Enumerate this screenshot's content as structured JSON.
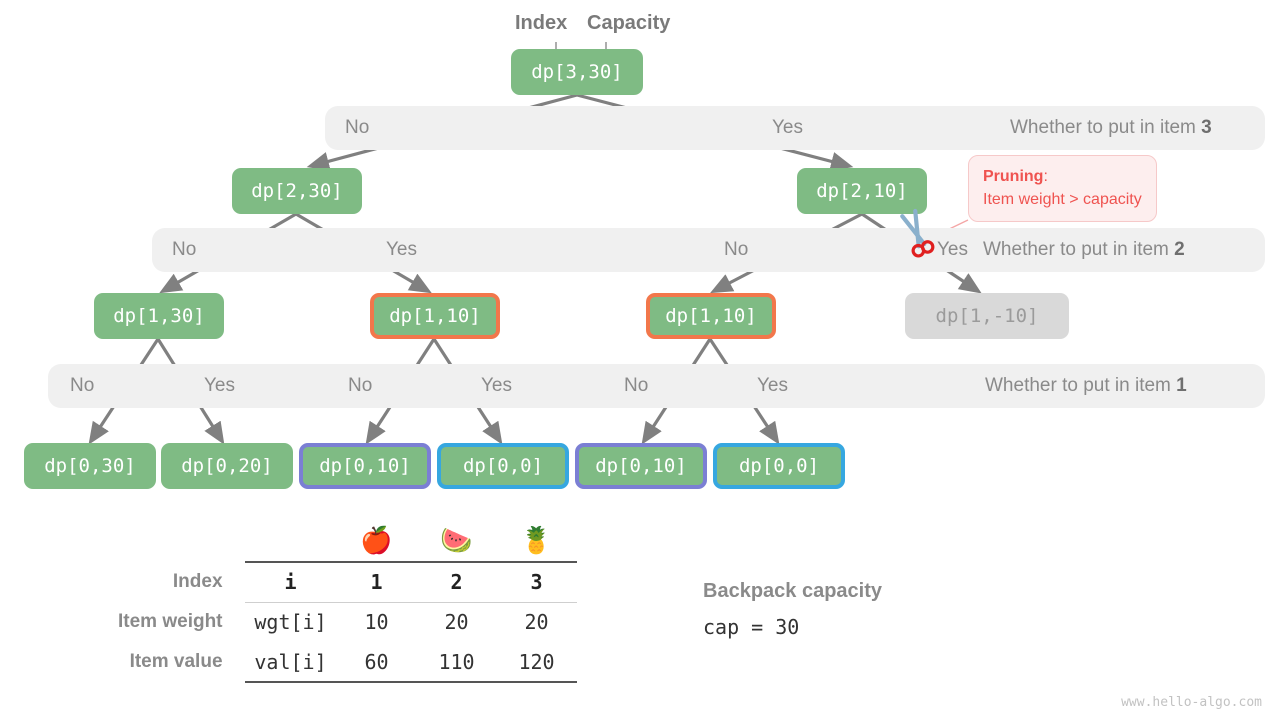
{
  "title_annotations": {
    "index": "Index",
    "capacity": "Capacity"
  },
  "bands": [
    {
      "question": "Whether to put in item ",
      "item": "3",
      "branches": [
        "No",
        "Yes"
      ]
    },
    {
      "question": "Whether to put in item ",
      "item": "2",
      "branches": [
        "No",
        "Yes",
        "No",
        "Yes"
      ]
    },
    {
      "question": "Whether to put in item ",
      "item": "1",
      "branches": [
        "No",
        "Yes",
        "No",
        "Yes",
        "No",
        "Yes"
      ]
    }
  ],
  "nodes": {
    "root": "dp[3,30]",
    "level2": [
      "dp[2,30]",
      "dp[2,10]"
    ],
    "level3": [
      "dp[1,30]",
      "dp[1,10]",
      "dp[1,10]",
      "dp[1,-10]"
    ],
    "level4": [
      "dp[0,30]",
      "dp[0,20]",
      "dp[0,10]",
      "dp[0,0]",
      "dp[0,10]",
      "dp[0,0]"
    ]
  },
  "pruning": {
    "title": "Pruning",
    "colon": ":",
    "reason": "Item weight > capacity",
    "icon": "scissors-icon"
  },
  "table": {
    "items_icons": [
      "apple-icon",
      "watermelon-icon",
      "pineapple-icon"
    ],
    "items_emoji": [
      "🍎",
      "🍉",
      "🍍"
    ],
    "row_labels": [
      "Index",
      "Item weight",
      "Item value"
    ],
    "row_keys": [
      "i",
      "wgt[i]",
      "val[i]"
    ],
    "columns": [
      "1",
      "2",
      "3"
    ],
    "weights": [
      "10",
      "20",
      "20"
    ],
    "values": [
      "60",
      "110",
      "120"
    ]
  },
  "capacity": {
    "label": "Backpack capacity",
    "value": "cap = 30"
  },
  "footer": "www.hello-algo.com",
  "colors": {
    "node_green": "#7fbb84",
    "node_muted": "#d9d9d9",
    "border_orange": "#f2774b",
    "border_purple": "#7b7fd4",
    "border_blue": "#36a7e0",
    "band_grey": "#f0f0f0",
    "prune_red": "#ef5350",
    "edge_grey": "#808080"
  }
}
